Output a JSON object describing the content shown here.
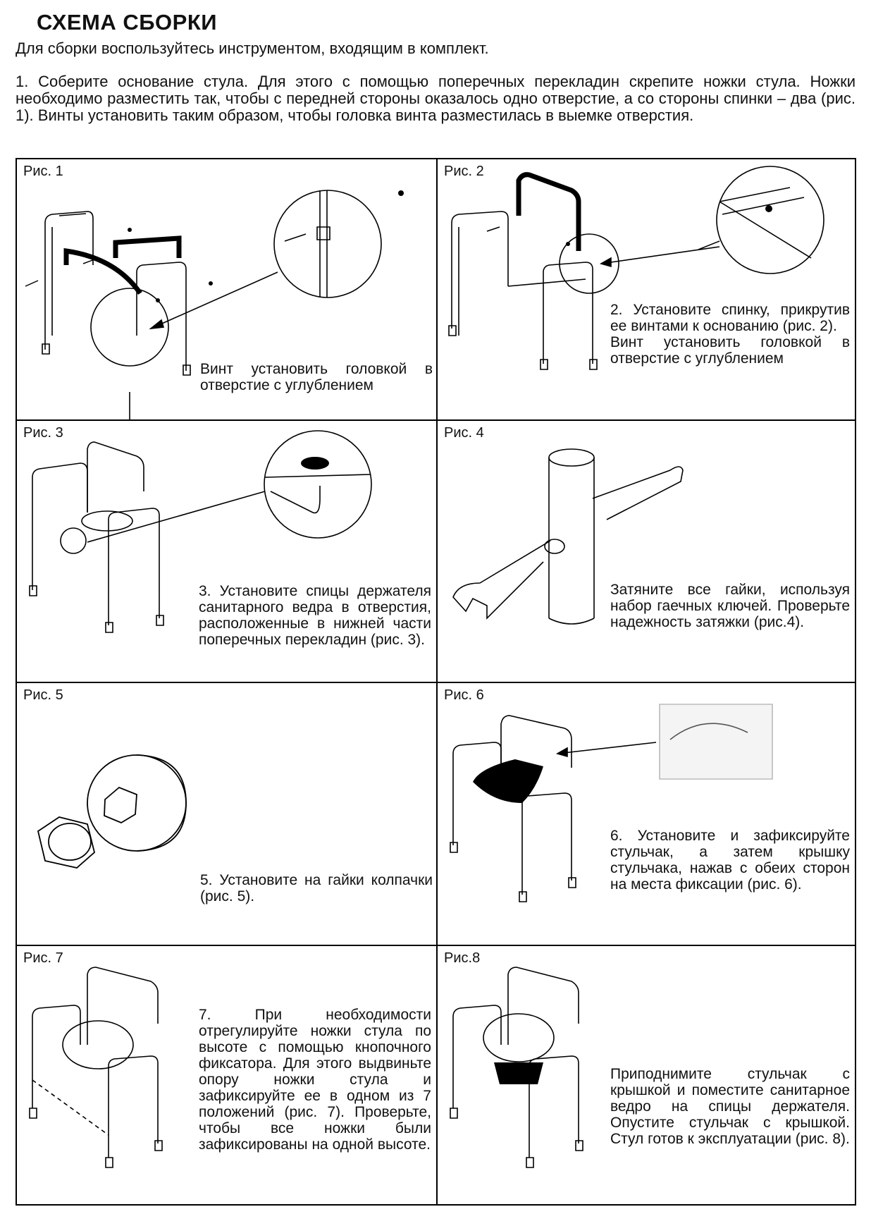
{
  "header": {
    "title": "СХЕМА СБОРКИ",
    "subtitle": "Для сборки воспользуйтесь инструментом, входящим в комплект.",
    "intro": "1. Соберите основание стула. Для этого с помощью поперечных перекладин скрепите ножки стула. Ножки необходимо разместить так, чтобы с передней стороны оказалось одно отверстие, а со стороны спинки – два (рис. 1). Винты установить таким образом, чтобы головка винта разместилась в выемке отверстия."
  },
  "panels": [
    {
      "label": "Рис. 1",
      "icon": "chair-frame-assembly-icon",
      "text": "Винт установить головкой в отверстие с углублением"
    },
    {
      "label": "Рис. 2",
      "icon": "chair-backrest-icon",
      "text": "2. Установите спинку, прикрутив ее винтами к основанию (рис. 2).\nВинт установить головкой в отверстие с углублением"
    },
    {
      "label": "Рис. 3",
      "icon": "bucket-holder-icon",
      "text": "3. Установите спицы держателя санитарного ведра в отверстия, расположенные в нижней части поперечных перекладин (рис. 3)."
    },
    {
      "label": "Рис. 4",
      "icon": "wrench-tube-icon",
      "text": "Затяните все гайки, используя набор гаечных ключей. Проверьте надежность затяжки (рис.4)."
    },
    {
      "label": "Рис. 5",
      "icon": "nut-cap-icon",
      "text": "5. Установите на гайки колпачки (рис. 5)."
    },
    {
      "label": "Рис. 6",
      "icon": "seat-install-icon",
      "text": "6. Установите и зафиксируйте стульчак, а затем крышку стульчака, нажав с обеих сторон на места фиксации (рис. 6)."
    },
    {
      "label": "Рис. 7",
      "icon": "leg-height-icon",
      "text": "7. При необходимости отрегулируйте ножки стула по высоте с помощью кнопочного фиксатора. Для этого выдвиньте опору ножки стула и зафиксируйте ее в одном из 7 положений (рис. 7). Проверьте, чтобы все ножки были зафиксированы на одной высоте."
    },
    {
      "label": "Рис.8",
      "icon": "chair-bucket-icon",
      "text": "Приподнимите стульчак с крышкой и поместите санитарное ведро на спицы держателя. Опустите стульчак с крышкой. Стул готов к эксплуатации (рис. 8)."
    }
  ]
}
